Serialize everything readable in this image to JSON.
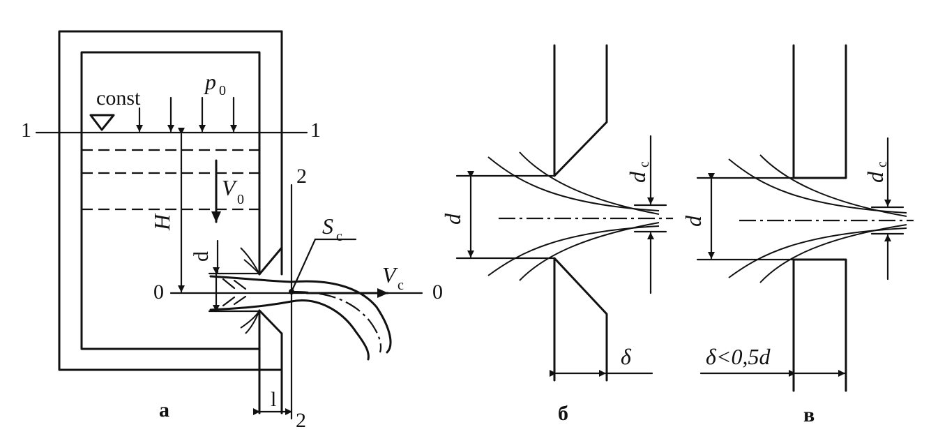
{
  "panels": {
    "a": {
      "caption": "а",
      "labels": {
        "const": "const",
        "p0": "p",
        "p0_sub": "0",
        "v0": "V",
        "v0_sub": "0",
        "H": "H",
        "d": "d",
        "sc": "S",
        "sc_sub": "c",
        "vc": "V",
        "vc_sub": "c",
        "l": "l",
        "sec1_left": "1",
        "sec1_right": "1",
        "sec2_top": "2",
        "sec2_bottom": "2",
        "sec0_left": "0",
        "sec0_right": "0"
      }
    },
    "b": {
      "caption": "б",
      "labels": {
        "d": "d",
        "dc": "d",
        "dc_sub": "c",
        "delta": "δ"
      }
    },
    "v": {
      "caption": "в",
      "labels": {
        "d": "d",
        "dc": "d",
        "dc_sub": "c",
        "delta": "δ<0,5d"
      }
    }
  }
}
